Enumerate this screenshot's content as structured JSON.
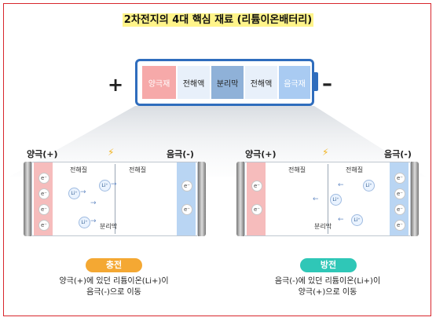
{
  "title": "2차전지의 4대 핵심 재료 (리튬이온배터리)",
  "battery": {
    "plus_sign": "+",
    "minus_sign": "–",
    "cells": [
      "양극재",
      "전해액",
      "분리막",
      "전해액",
      "음극재"
    ]
  },
  "charge": {
    "positive_label": "양극(+)",
    "negative_label": "음극(-)",
    "electrolyte_left": "전해질",
    "electrolyte_right": "전해질",
    "separator": "분리막",
    "electron": "e⁻",
    "ion": "Li⁺",
    "badge": "충전",
    "desc_line1": "양극(+)에 있던 리튬이온(Li+)이",
    "desc_line2": "음극(-)으로 이동"
  },
  "discharge": {
    "positive_label": "양극(+)",
    "negative_label": "음극(-)",
    "electrolyte_left": "전해질",
    "electrolyte_right": "전해질",
    "separator": "분리막",
    "electron": "e⁻",
    "ion": "Li⁺",
    "badge": "방전",
    "desc_line1": "음극(-)에 있던 리튬이온(Li+)이",
    "desc_line2": "양극(+)으로 이동"
  },
  "colors": {
    "battery_outline": "#2f6dbd",
    "cathode": "#f6a9a9",
    "anode": "#a9cbf2",
    "charge_badge": "#f4a833",
    "discharge_badge": "#2fc7b7"
  }
}
